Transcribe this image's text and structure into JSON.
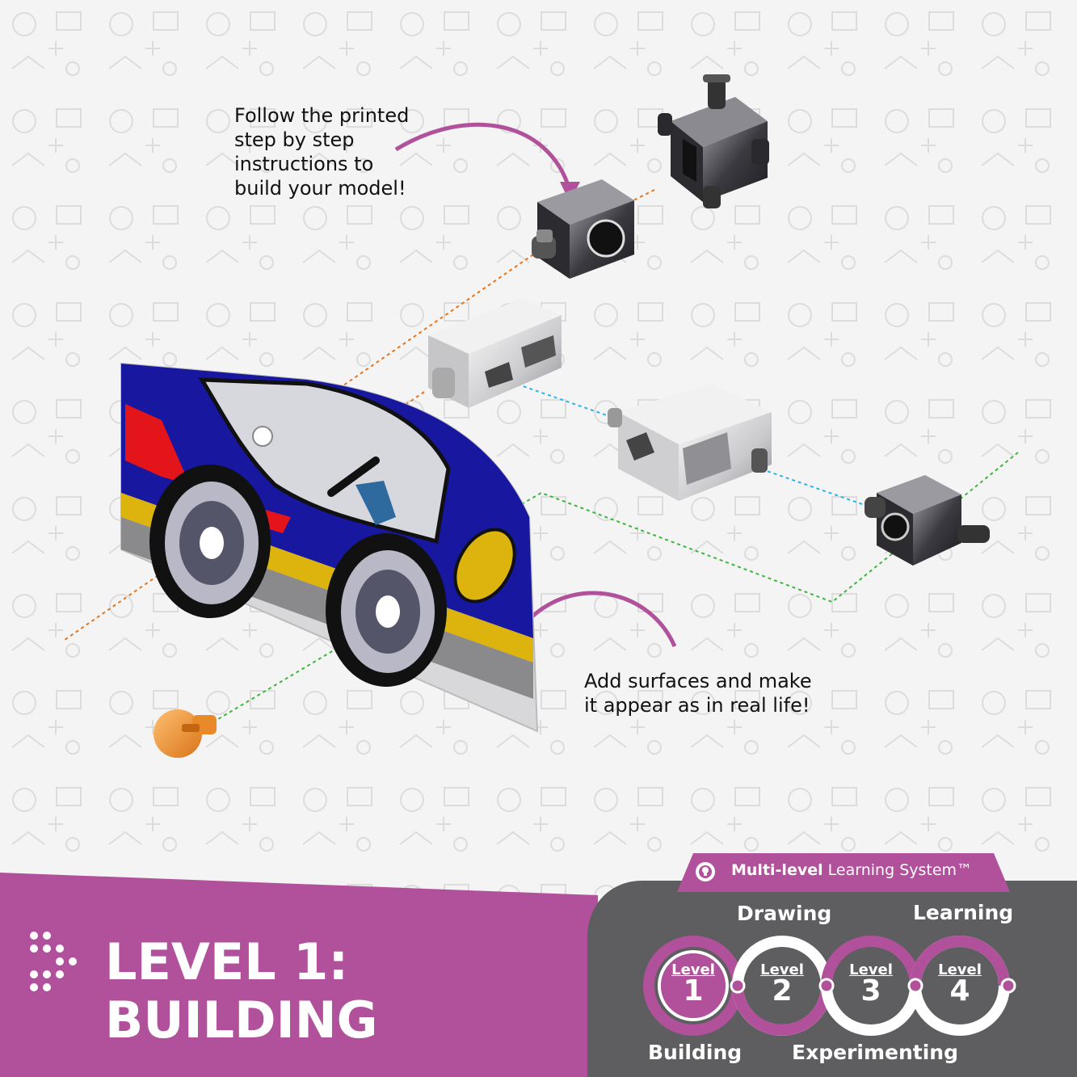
{
  "callouts": {
    "top": [
      "Follow the printed",
      "step by step",
      "instructions to",
      "build your model!"
    ],
    "bottom": [
      "Add surfaces and make",
      "it appear as in real life!"
    ]
  },
  "level_title": {
    "line1": "LEVEL 1:",
    "line2": "BUILDING"
  },
  "system": {
    "bold": "Multi-level",
    "rest": " Learning System™"
  },
  "stages": {
    "drawing": "Drawing",
    "learning": "Learning",
    "building": "Building",
    "experimenting": "Experimenting"
  },
  "levels": [
    {
      "word": "Level",
      "num": "1"
    },
    {
      "word": "Level",
      "num": "2"
    },
    {
      "word": "Level",
      "num": "3"
    },
    {
      "word": "Level",
      "num": "4"
    }
  ],
  "colors": {
    "purple": "#b2519b",
    "gray": "#5e5e60",
    "orange_line": "#e8741c",
    "cyan_line": "#2ab4e6",
    "green_line": "#3cb63c",
    "car_blue": "#1717a0"
  }
}
